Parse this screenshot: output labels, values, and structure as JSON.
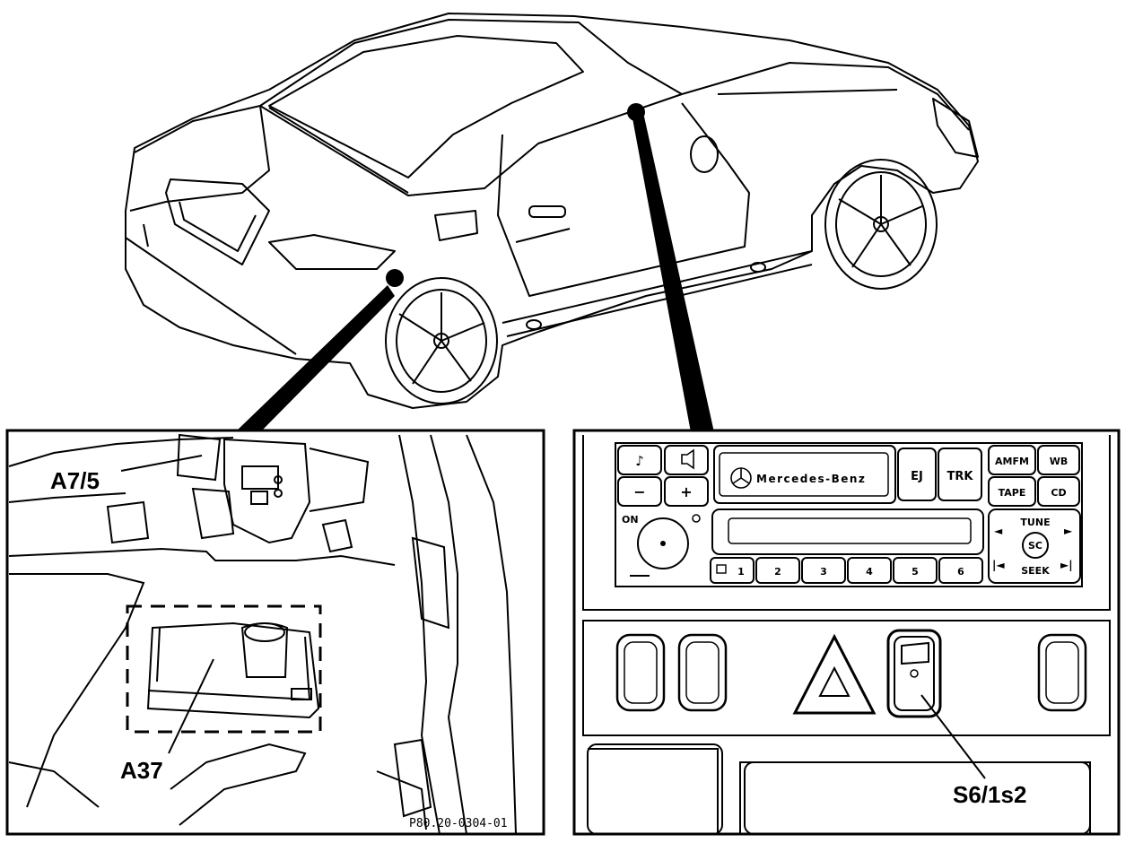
{
  "callouts": {
    "a7_5": "A7/5",
    "a37": "A37",
    "s6_1s2": "S6/1s2"
  },
  "reference": "P80.20-0304-01",
  "radio": {
    "brand": "Mercedes-Benz",
    "eject": "EJ",
    "track": "TRK",
    "am_fm": "AMFM",
    "wb": "WB",
    "tape": "TAPE",
    "cd": "CD",
    "power": "ON",
    "tune": "TUNE",
    "scan": "SC",
    "seek": "SEEK",
    "plus": "+",
    "minus": "−",
    "arrow_left": "◄",
    "arrow_right": "►",
    "skip_back": "|◄",
    "skip_fwd": "►|",
    "presets": [
      "1",
      "2",
      "3",
      "4",
      "5",
      "6"
    ]
  }
}
